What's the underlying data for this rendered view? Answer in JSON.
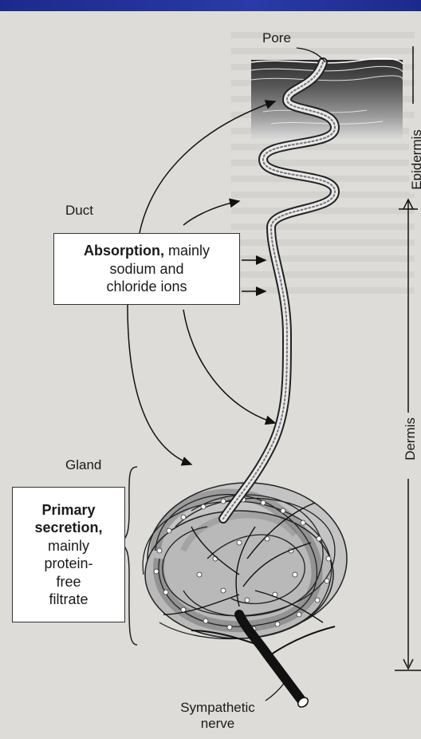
{
  "labels": {
    "pore": "Pore",
    "duct": "Duct",
    "gland": "Gland",
    "dermis": "Dermis",
    "epidermis": "Epidermis",
    "sympathetic_nerve_line1": "Sympathetic",
    "sympathetic_nerve_line2": "nerve"
  },
  "absorption_box": {
    "title": "Absorption,",
    "line1_rest": " mainly",
    "line2": "sodium and",
    "line3": "chloride ions"
  },
  "secretion_box": {
    "title_line1": "Primary",
    "title_line2": "secretion,",
    "line3": "mainly",
    "line4": "protein-",
    "line5": "free",
    "line6": "filtrate"
  },
  "colors": {
    "title_bar": "#1f2f99",
    "skin_dark": "#3a3a3a",
    "gland_fill": "#bdbdbd"
  }
}
